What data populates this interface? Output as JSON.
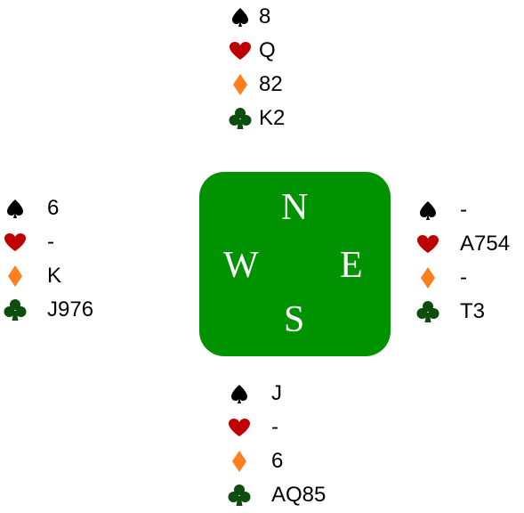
{
  "colors": {
    "table_green": "#009200",
    "spade": "#000000",
    "heart": "#c00000",
    "diamond": "#ff7f1e",
    "club": "#0d4d0d"
  },
  "compass": {
    "north": "N",
    "west": "W",
    "east": "E",
    "south": "S"
  },
  "suit_icons": [
    "spade-icon",
    "heart-icon",
    "diamond-icon",
    "club-icon"
  ],
  "hands": {
    "north": {
      "spades": "8",
      "hearts": "Q",
      "diamonds": "82",
      "clubs": "K2"
    },
    "west": {
      "spades": "6",
      "hearts": "-",
      "diamonds": "K",
      "clubs": "J976"
    },
    "east": {
      "spades": "-",
      "hearts": "A754",
      "diamonds": "-",
      "clubs": "T3"
    },
    "south": {
      "spades": "J",
      "hearts": "-",
      "diamonds": "6",
      "clubs": "AQ85"
    }
  }
}
